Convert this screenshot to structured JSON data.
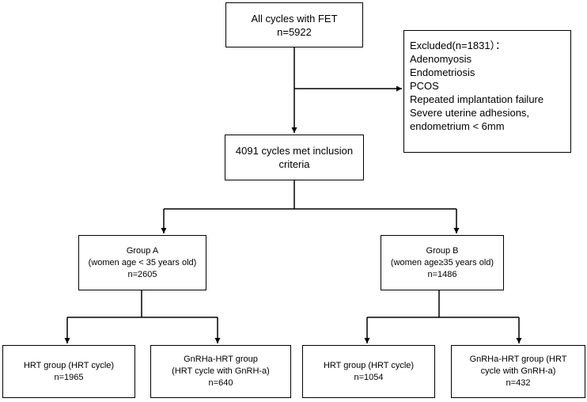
{
  "nodes": {
    "all_cycles": {
      "lines": [
        "All cycles with FET",
        "n=5922"
      ]
    },
    "excluded": {
      "lines": [
        "Excluded(n=1831）：",
        "Adenomyosis",
        "Endometriosis",
        "PCOS",
        "Repeated implantation failure",
        "Severe uterine adhesions,",
        "endometrium < 6mm"
      ]
    },
    "inclusion": {
      "lines": [
        "4091 cycles met inclusion",
        "criteria"
      ]
    },
    "group_a": {
      "lines": [
        "Group A",
        "(women age < 35 years old)",
        "n=2605"
      ]
    },
    "group_b": {
      "lines": [
        "Group B",
        "(women age≥35 years old)",
        "n=1486"
      ]
    },
    "a_hrt": {
      "lines": [
        "HRT group (HRT cycle)",
        "n=1965"
      ]
    },
    "a_gnrha": {
      "lines": [
        "GnRHa-HRT group",
        "(HRT cycle with GnRH-a)",
        "n=640"
      ]
    },
    "b_hrt": {
      "lines": [
        "HRT group (HRT cycle)",
        "n=1054"
      ]
    },
    "b_gnrha": {
      "lines": [
        "GnRHa-HRT group  (HRT",
        "cycle with GnRH-a)",
        "n=432"
      ]
    }
  },
  "edges": [
    {
      "from": "all_cycles",
      "to": "inclusion"
    },
    {
      "from": "all_cycles",
      "to": "excluded"
    },
    {
      "from": "inclusion",
      "to": "group_a"
    },
    {
      "from": "inclusion",
      "to": "group_b"
    },
    {
      "from": "group_a",
      "to": "a_hrt"
    },
    {
      "from": "group_a",
      "to": "a_gnrha"
    },
    {
      "from": "group_b",
      "to": "b_hrt"
    },
    {
      "from": "group_b",
      "to": "b_gnrha"
    }
  ]
}
